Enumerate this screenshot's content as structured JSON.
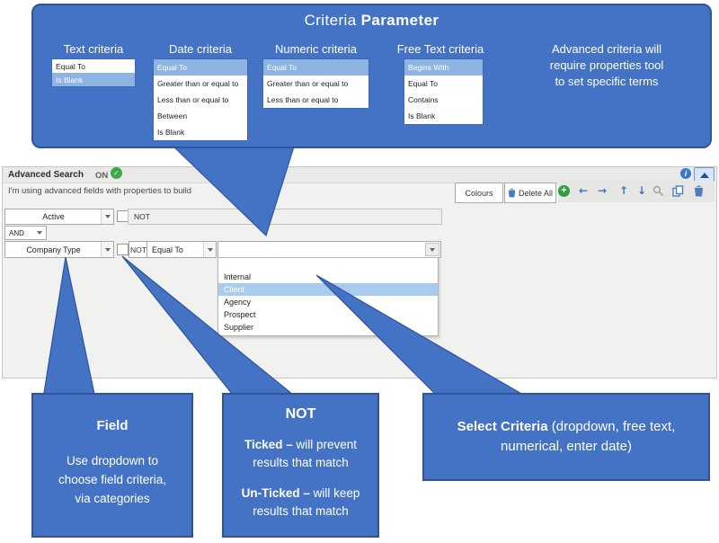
{
  "colors": {
    "callout_blue": "#4472C4",
    "callout_border": "#2F5597",
    "list_highlight": "#8EB4E3",
    "dropdown_highlight": "#A9CBEE",
    "green": "#2E9E44",
    "icon_blue": "#4A7EBB"
  },
  "top_callout": {
    "title_regular": "Criteria ",
    "title_bold": "Parameter",
    "columns": [
      {
        "header": "Text criteria",
        "items": [
          {
            "label": "Equal To"
          },
          {
            "label": "Is Blank"
          }
        ]
      },
      {
        "header": "Date criteria",
        "items": [
          {
            "label": "Equal To"
          },
          {
            "label": "Greater than or equal to"
          },
          {
            "label": "Less than or equal to"
          },
          {
            "label": "Between"
          },
          {
            "label": "Is Blank"
          }
        ]
      },
      {
        "header": "Numeric criteria",
        "items": [
          {
            "label": "Equal To"
          },
          {
            "label": "Greater than or equal to"
          },
          {
            "label": "Less than or equal to"
          }
        ]
      },
      {
        "header": "Free Text criteria",
        "items": [
          {
            "label": "Begins With"
          },
          {
            "label": "Equal To"
          },
          {
            "label": "Contains"
          },
          {
            "label": "Is Blank"
          }
        ]
      }
    ],
    "note": "Advanced criteria will require properties tool to set specific terms"
  },
  "panel": {
    "title": "Advanced Search",
    "status": "ON",
    "description": "I'm using advanced fields with properties to build",
    "toolbar": {
      "colours_label": "Colours",
      "delete_all_label": "Delete All"
    },
    "rows": {
      "row1": {
        "field": "Active",
        "not_label": "NOT"
      },
      "connector": "AND",
      "row2": {
        "field": "Company Type",
        "not_label": "NOT",
        "criteria": "Equal To"
      }
    },
    "dropdown": {
      "items": [
        "",
        "Internal",
        "Client",
        "Agency",
        "Prospect",
        "Supplier"
      ],
      "selected": "Client"
    }
  },
  "bottom_callouts": {
    "field": {
      "title": "Field",
      "body": "Use dropdown to choose field criteria, via categories"
    },
    "not": {
      "title": "NOT",
      "ticked_bold": "Ticked –",
      "ticked_text": " will prevent results that match",
      "unticked_bold": "Un-Ticked –",
      "unticked_text": " will keep results that match"
    },
    "select": {
      "bold": "Select Criteria",
      "text": " (dropdown, free text, numerical, enter date)"
    }
  }
}
